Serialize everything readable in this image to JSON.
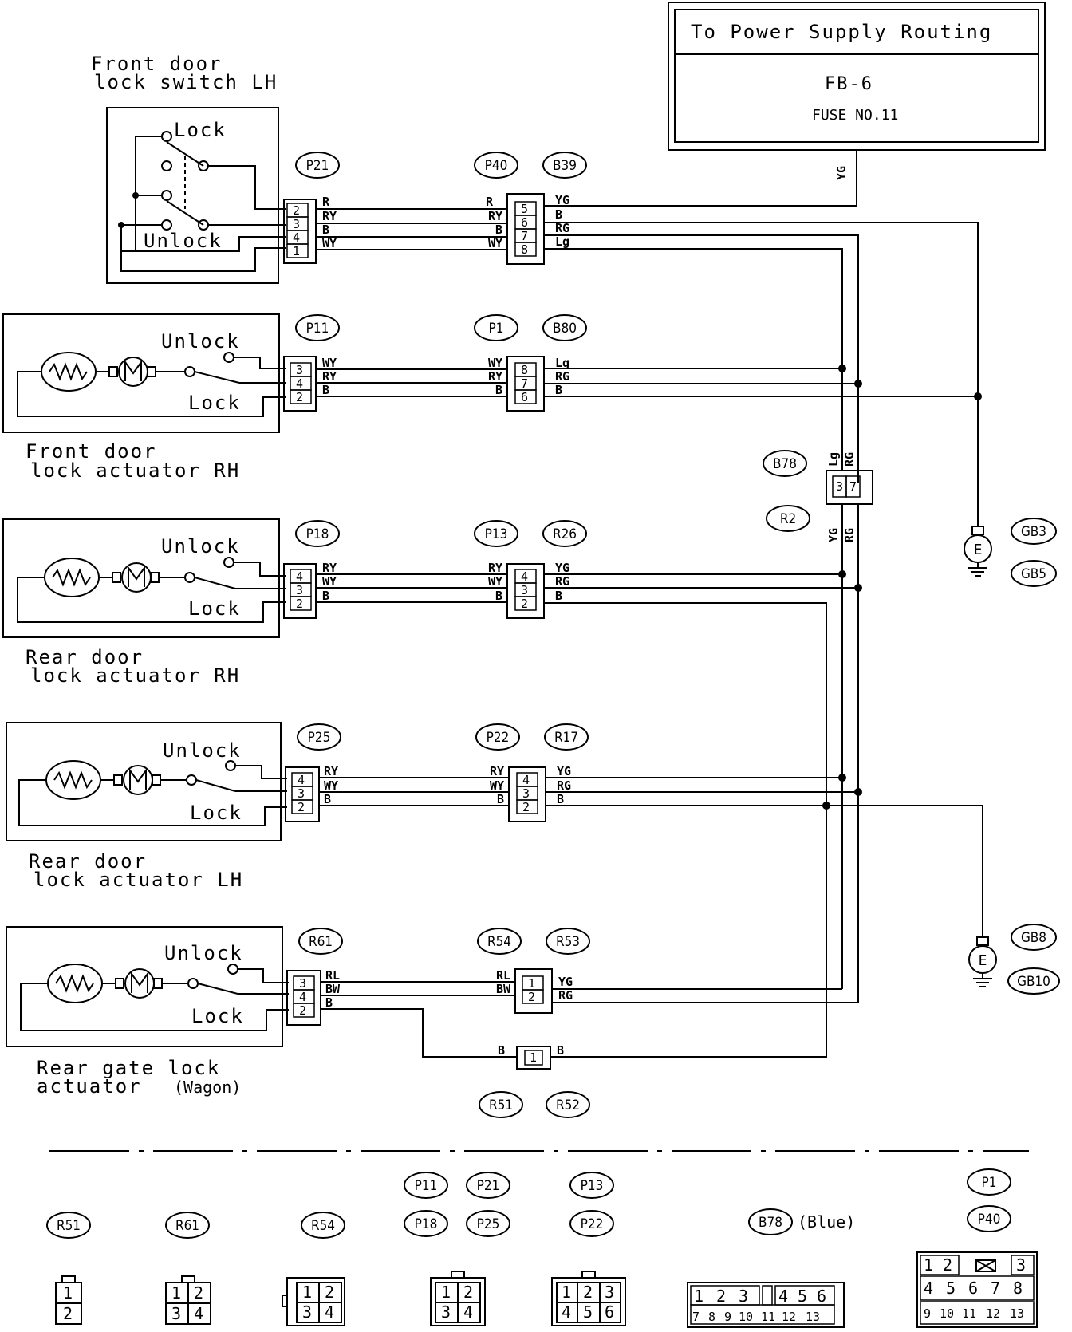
{
  "power_box": {
    "line1": "To Power Supply Routing",
    "line2": "FB-6",
    "line3": "FUSE NO.11",
    "wire": "YG"
  },
  "components": {
    "c1": {
      "title1": "Front door",
      "title2": "lock switch LH",
      "lock": "Lock",
      "unlock": "Unlock"
    },
    "c2": {
      "title1": "Front door",
      "title2": "lock actuator RH",
      "lock": "Lock",
      "unlock": "Unlock"
    },
    "c3": {
      "title1": "Rear door",
      "title2": "lock actuator RH",
      "lock": "Lock",
      "unlock": "Unlock"
    },
    "c4": {
      "title1": "Rear door",
      "title2": "lock actuator LH",
      "lock": "Lock",
      "unlock": "Unlock"
    },
    "c5": {
      "title1": "Rear gate lock",
      "title2": "actuator",
      "title3": "(Wagon)",
      "lock": "Lock",
      "unlock": "Unlock"
    }
  },
  "connectors": {
    "P21": "P21",
    "P40": "P40",
    "B39": "B39",
    "P11": "P11",
    "P1": "P1",
    "B80": "B80",
    "P18": "P18",
    "P13": "P13",
    "R26": "R26",
    "P25": "P25",
    "P22": "P22",
    "R17": "R17",
    "R61": "R61",
    "R54": "R54",
    "R53": "R53",
    "R51": "R51",
    "R52": "R52",
    "B78": "B78",
    "R2": "R2",
    "GB3": "GB3",
    "GB5": "GB5",
    "GB8": "GB8",
    "GB10": "GB10"
  },
  "ground_symbol": "E",
  "wires": {
    "r1": {
      "left": [
        "R",
        "RY",
        "B",
        "WY"
      ],
      "right": [
        "YG",
        "B",
        "RG",
        "Lg"
      ],
      "pins_a": [
        "2",
        "3",
        "4",
        "1"
      ],
      "pins_b": [
        "5",
        "6",
        "7",
        "8"
      ]
    },
    "r2": {
      "left": [
        "WY",
        "RY",
        "B"
      ],
      "right": [
        "Lg",
        "RG",
        "B"
      ],
      "pins_a": [
        "3",
        "4",
        "2"
      ],
      "pins_b": [
        "8",
        "7",
        "6"
      ]
    },
    "r3": {
      "left": [
        "RY",
        "WY",
        "B"
      ],
      "right": [
        "YG",
        "RG",
        "B"
      ],
      "pins_a": [
        "4",
        "3",
        "2"
      ],
      "pins_b": [
        "4",
        "3",
        "2"
      ]
    },
    "r4": {
      "left": [
        "RY",
        "WY",
        "B"
      ],
      "right": [
        "YG",
        "RG",
        "B"
      ],
      "pins_a": [
        "4",
        "3",
        "2"
      ],
      "pins_b": [
        "4",
        "3",
        "2"
      ]
    },
    "r5": {
      "left": [
        "RL",
        "BW",
        "B"
      ],
      "right": [
        "YG",
        "RG"
      ],
      "pins_a": [
        "3",
        "4",
        "2"
      ],
      "pins_b": [
        "1",
        "2"
      ]
    },
    "r51": {
      "left": "B",
      "right": "B",
      "pin": "1"
    },
    "b78": {
      "top": [
        "Lg",
        "RG"
      ],
      "bottom": [
        "YG",
        "RG"
      ],
      "pins": [
        "3",
        "7"
      ]
    }
  },
  "legend": {
    "blue_note": "(Blue)",
    "pins_1": [
      "1",
      "2"
    ],
    "pins_4": [
      "1",
      "2",
      "3",
      "4"
    ],
    "pins_6": [
      "1",
      "2",
      "3",
      "4",
      "5",
      "6"
    ],
    "pins_b78": [
      "1",
      "2",
      "3",
      "4",
      "5",
      "6",
      "7",
      "8",
      "9",
      "10",
      "11",
      "12",
      "13"
    ],
    "pins_p1": [
      "1",
      "2",
      "3",
      "4",
      "5",
      "6",
      "7",
      "8",
      "9",
      "10",
      "11",
      "12",
      "13"
    ]
  }
}
